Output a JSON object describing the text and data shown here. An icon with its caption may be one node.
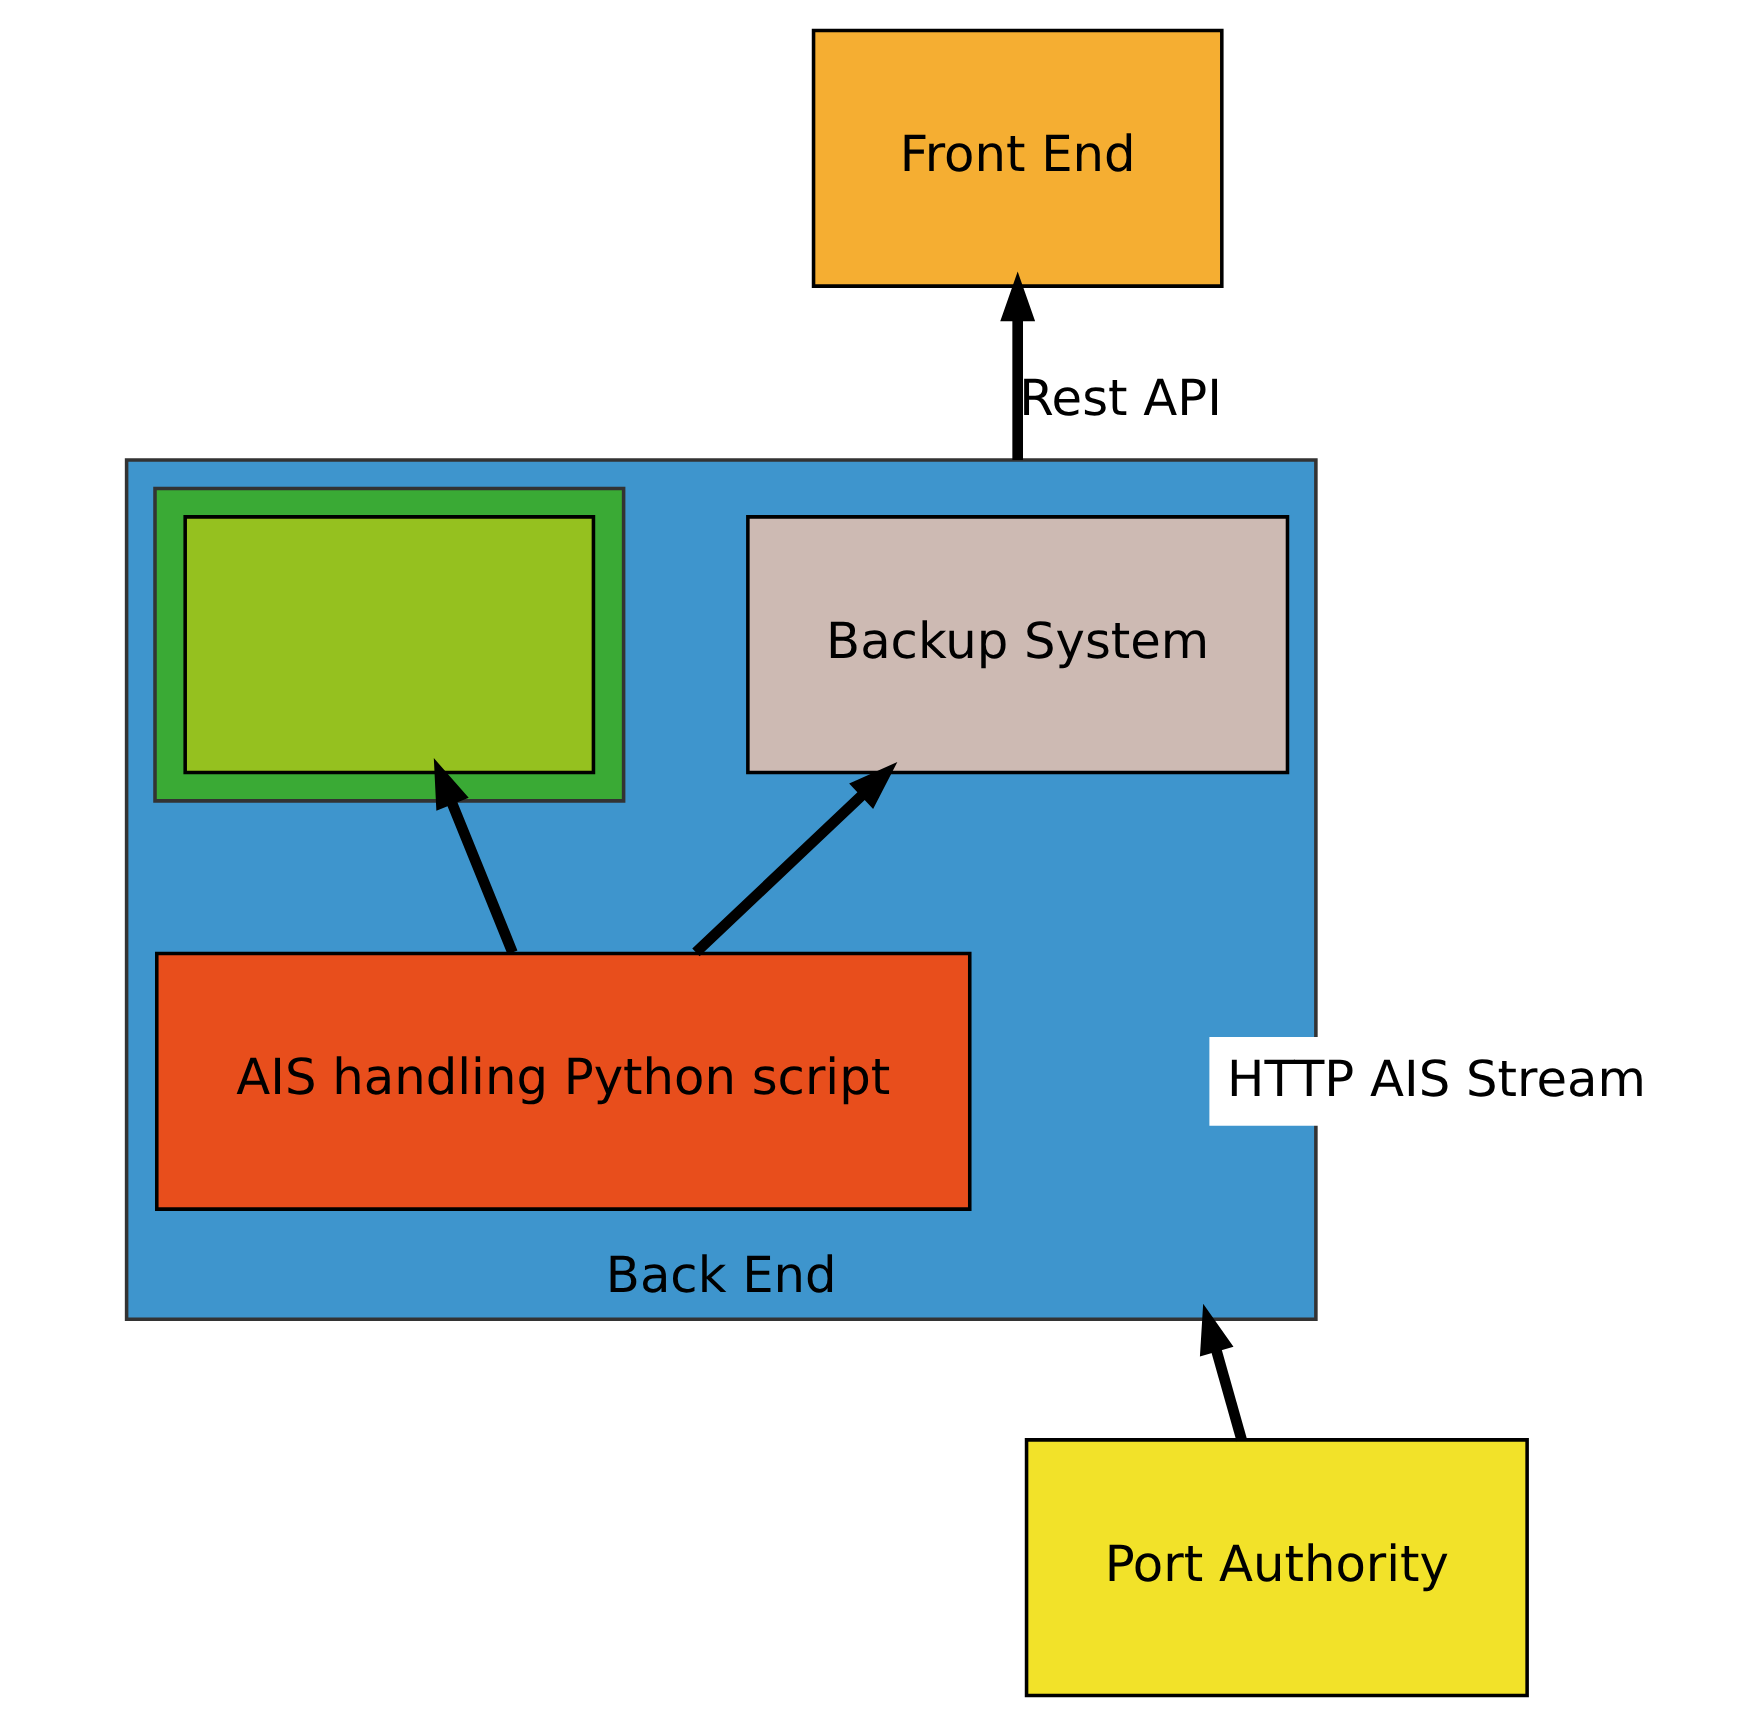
{
  "diagram": {
    "nodes": [
      {
        "text": [
          "Front End"
        ]
      },
      {
        "text": [
          "Back End"
        ]
      },
      {
        "text": [
          "Backup System"
        ],
        "in": 1
      },
      {
        "text": [
          "AIS handling Python script"
        ],
        "in": 1
      },
      {
        "text": [],
        "shape": "box",
        "in": 1
      },
      {
        "text": [],
        "shape": "box",
        "in": 4
      },
      {
        "text": [
          "Port Authority"
        ]
      }
    ],
    "edges": [
      {
        "from": 1,
        "to": 0,
        "arrow": "to",
        "label": "Rest API"
      },
      {
        "from": 3,
        "to": 2,
        "arrow": "to"
      },
      {
        "from": 3,
        "to": 5,
        "arrow": "to"
      },
      {
        "from": 6,
        "to": 1,
        "arrow": "to",
        "label": "HTTP AIS Stream"
      }
    ]
  }
}
